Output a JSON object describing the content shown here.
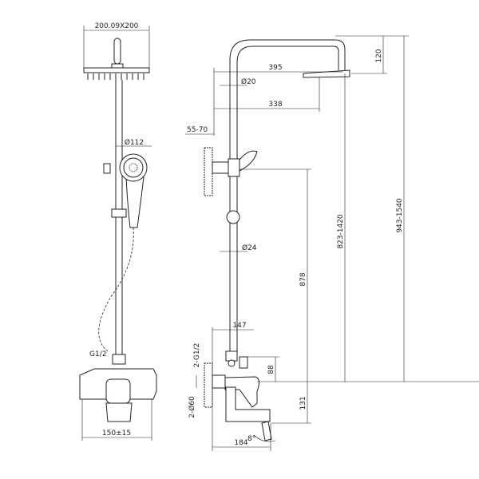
{
  "front_view": {
    "head_size": "200.09X200",
    "hand_shower_dia": "Ø112",
    "hose_connection": "G1/2",
    "inlet_spacing": "150±15"
  },
  "side_view": {
    "arm_length_outer": "395",
    "arm_pipe_dia": "Ø20",
    "arm_length_inner": "338",
    "wall_distance": "55-70",
    "riser_dia": "Ø24",
    "holder_height": "878",
    "head_height_range": "823-1420",
    "total_height_range": "943-1540",
    "head_drop": "120",
    "mixer_depth": "147",
    "inlet_thread": "2-G1/2",
    "diverter_height": "88",
    "escutcheon_dia": "2-Ø60",
    "spout_height": "131",
    "spout_reach": "184",
    "spout_angle": "8°"
  }
}
